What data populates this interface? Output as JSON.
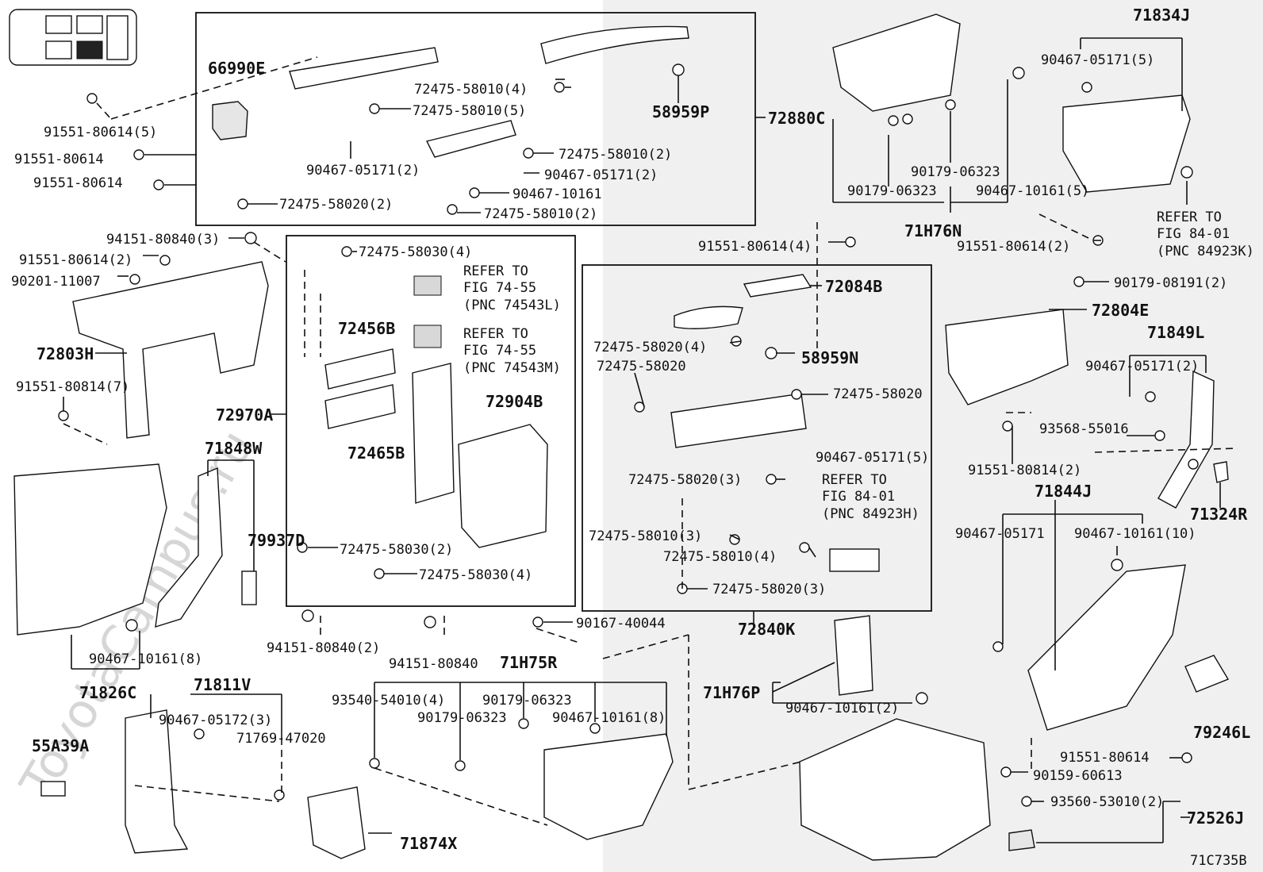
{
  "figure_id": "71C735B",
  "watermark": "ToyotaCampus.ru",
  "labels": {
    "66990E": "66990E",
    "72475_58010_4": "72475-58010(4)",
    "72475_58010_5": "72475-58010(5)",
    "58959P": "58959P",
    "72880C": "72880C",
    "91551_80614_5": "91551-80614(5)",
    "91551_80614_a": "91551-80614",
    "91551_80614_b": "91551-80614",
    "90467_05171_2_a": "90467-05171(2)",
    "72475_58010_2_a": "72475-58010(2)",
    "90467_05171_2_b": "90467-05171(2)",
    "90467_10161_a": "90467-10161",
    "72475_58020_2": "72475-58020(2)",
    "72475_58010_2_b": "72475-58010(2)",
    "94151_80840_3": "94151-80840(3)",
    "91551_80614_2_a": "91551-80614(2)",
    "90201_11007": "90201-11007",
    "72803H": "72803H",
    "91551_80814_7": "91551-80814(7)",
    "72475_58030_4_a": "72475-58030(4)",
    "refer_74543L_1": "REFER TO",
    "refer_74543L_2": "FIG 74-55",
    "refer_74543L_3": "(PNC 74543L)",
    "refer_74543M_1": "REFER TO",
    "refer_74543M_2": "FIG 74-55",
    "refer_74543M_3": "(PNC 74543M)",
    "72456B": "72456B",
    "72904B": "72904B",
    "72465B": "72465B",
    "72970A": "72970A",
    "72475_58030_2": "72475-58030(2)",
    "72475_58030_4_b": "72475-58030(4)",
    "71848W": "71848W",
    "79937D": "79937D",
    "90467_10161_8_a": "90467-10161(8)",
    "71826C": "71826C",
    "94151_80840_2": "94151-80840(2)",
    "94151_80840": "94151-80840",
    "90167_40044": "90167-40044",
    "71H75R": "71H75R",
    "71811V": "71811V",
    "90467_05172_3": "90467-05172(3)",
    "71769_47020": "71769-47020",
    "55A39A": "55A39A",
    "93540_54010_4": "93540-54010(4)",
    "90179_06323_a": "90179-06323",
    "90179_06323_b": "90179-06323",
    "90467_10161_8_b": "90467-10161(8)",
    "71874X": "71874X",
    "71H76N": "71H76N",
    "90179_06323_c": "90179-06323",
    "90179_06323_d": "90179-06323",
    "90467_10161_5": "90467-10161(5)",
    "71834J": "71834J",
    "90467_05171_5_a": "90467-05171(5)",
    "refer_84923K_1": "REFER TO",
    "refer_84923K_2": "FIG 84-01",
    "refer_84923K_3": "(PNC 84923K)",
    "91551_80614_4": "91551-80614(4)",
    "91551_80614_2_b": "91551-80614(2)",
    "90179_08191_2": "90179-08191(2)",
    "72084B": "72084B",
    "72804E": "72804E",
    "72475_58020_4": "72475-58020(4)",
    "58959N": "58959N",
    "72475_58020_a": "72475-58020",
    "72475_58020_b": "72475-58020",
    "71849L": "71849L",
    "90467_05171_2_c": "90467-05171(2)",
    "90467_05171_5_b": "90467-05171(5)",
    "72475_58020_3_a": "72475-58020(3)",
    "refer_84923H_1": "REFER TO",
    "refer_84923H_2": "FIG 84-01",
    "refer_84923H_3": "(PNC 84923H)",
    "93568_55016": "93568-55016",
    "91551_80814_2": "91551-80814(2)",
    "71844J": "71844J",
    "71324R": "71324R",
    "72475_58010_3": "72475-58010(3)",
    "72475_58010_4_b": "72475-58010(4)",
    "72475_58020_3_b": "72475-58020(3)",
    "72840K": "72840K",
    "90467_05171_d": "90467-05171",
    "90467_10161_10": "90467-10161(10)",
    "71H76P": "71H76P",
    "90467_10161_2": "90467-10161(2)",
    "79246L": "79246L",
    "91551_80614_c": "91551-80614",
    "90159_60613": "90159-60613",
    "93560_53010_2": "93560-53010(2)",
    "72526J": "72526J"
  }
}
